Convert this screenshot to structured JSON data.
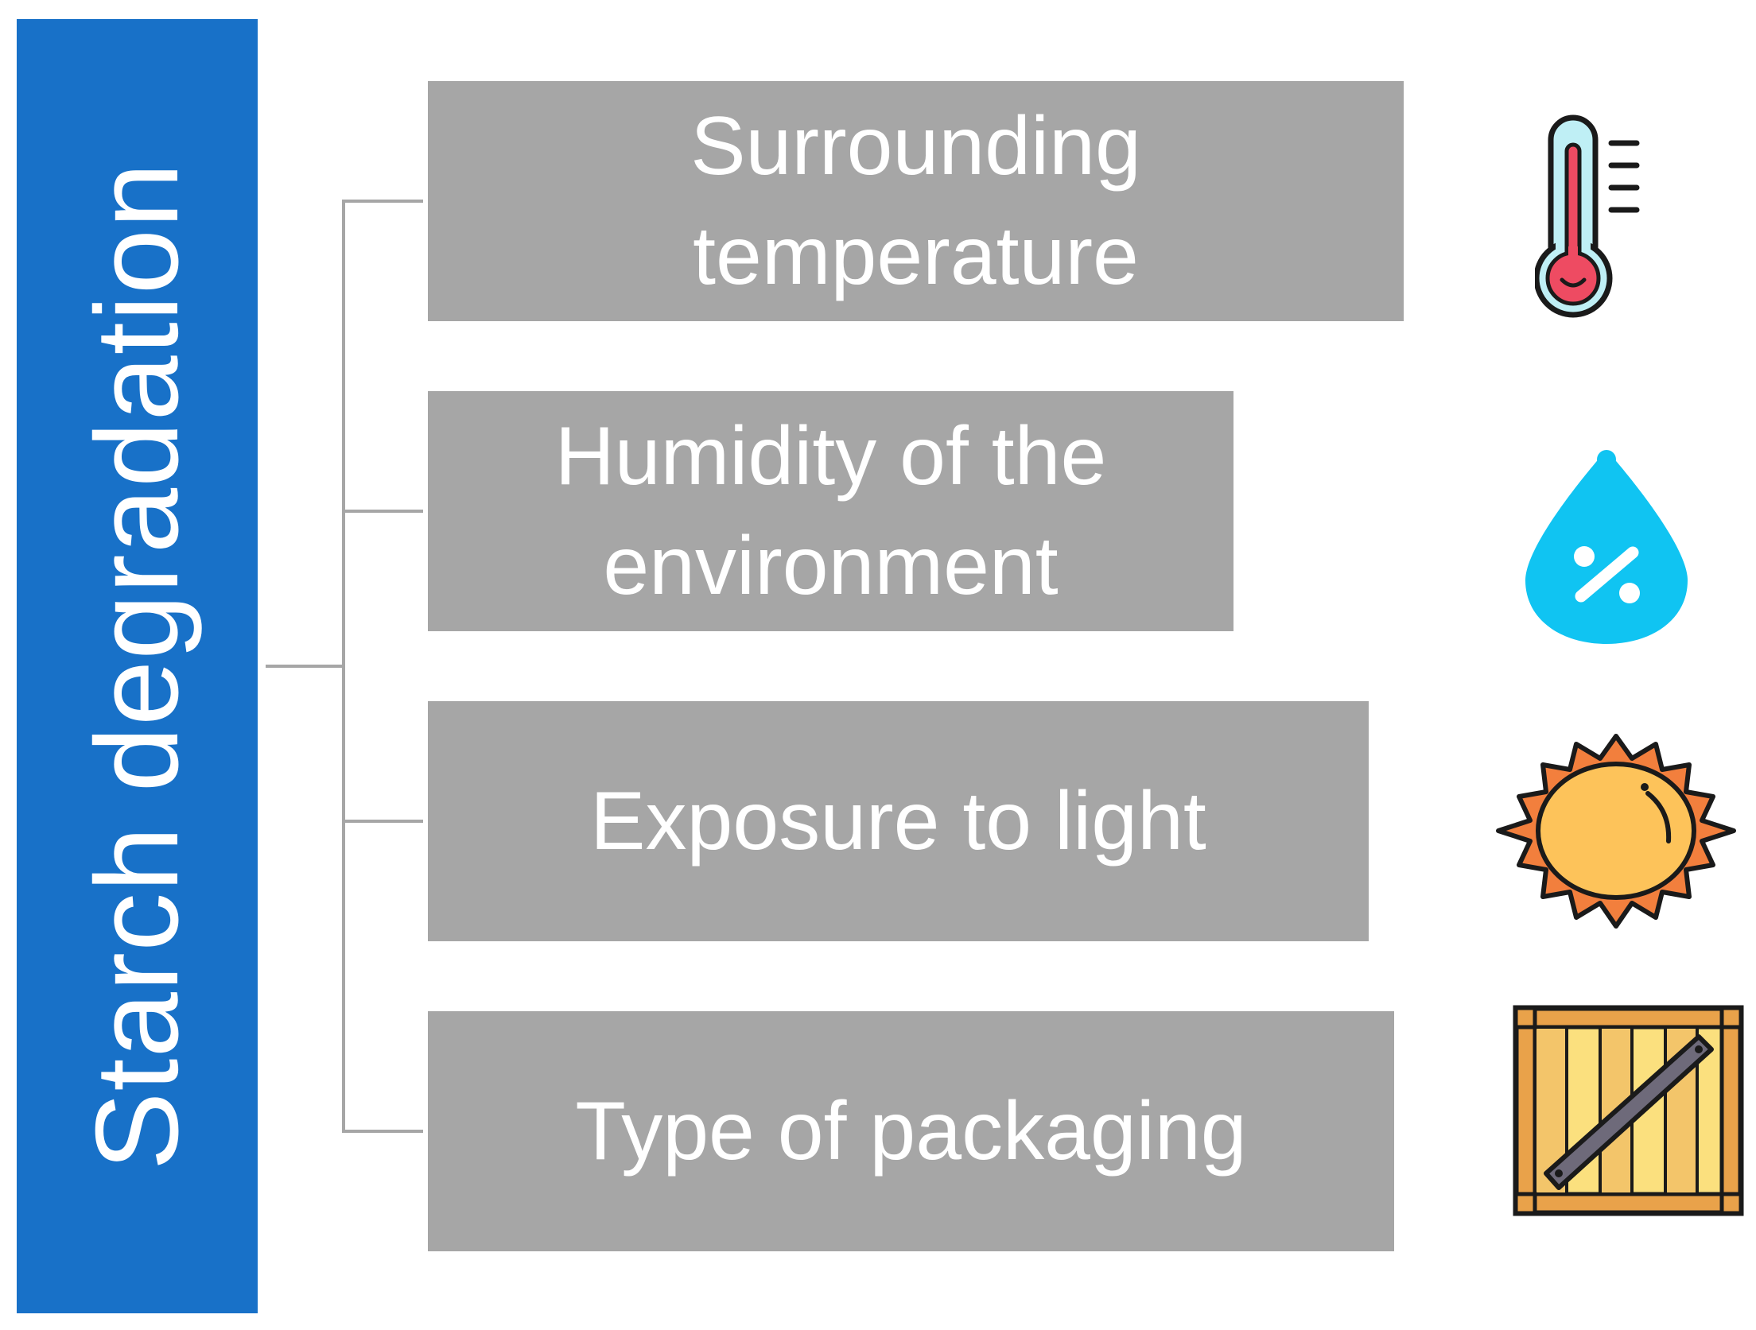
{
  "title": "Starch degradation",
  "factors": [
    {
      "line1": "Surrounding",
      "line2": "temperature",
      "icon": "thermometer-icon"
    },
    {
      "line1": "Humidity of the",
      "line2": "environment",
      "icon": "humidity-drop-icon"
    },
    {
      "line1": "Exposure to light",
      "line2": "",
      "icon": "sun-icon"
    },
    {
      "line1": "Type of packaging",
      "line2": "",
      "icon": "wooden-crate-icon"
    }
  ],
  "colors": {
    "title_background": "#1871c8",
    "box_background": "#a6a6a6",
    "text": "#ffffff",
    "connector": "#a6a6a6"
  }
}
